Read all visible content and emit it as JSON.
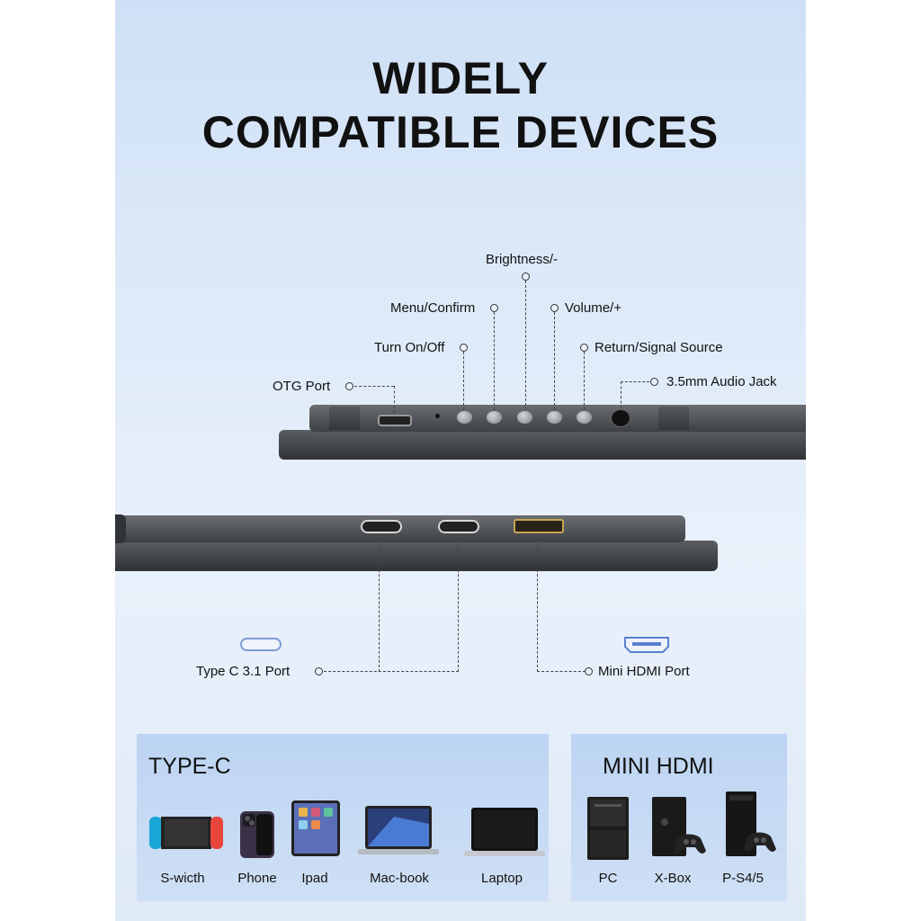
{
  "headline": {
    "line1": "WIDELY",
    "line2": "COMPATIBLE DEVICES"
  },
  "top_labels": {
    "brightness": "Brightness/-",
    "menu": "Menu/Confirm",
    "volume": "Volume/+",
    "turn_on": "Turn On/Off",
    "return": "Return/Signal Source",
    "otg": "OTG Port",
    "audio": "3.5mm Audio Jack"
  },
  "bottom_labels": {
    "type_c": "Type C 3.1 Port",
    "mini_hdmi": "Mini HDMI Port"
  },
  "type_c_card": {
    "title": "TYPE-C",
    "devices": [
      "S-wicth",
      "Phone",
      "Ipad",
      "Mac-book",
      "Laptop"
    ]
  },
  "hdmi_card": {
    "title": "MINI HDMI",
    "devices": [
      "PC",
      "X-Box",
      "P-S4/5"
    ]
  },
  "colors": {
    "bg_top": "#cfe0f6",
    "device": "#4a4d52",
    "hdmi_port": "#c9a654",
    "card": "#c4daf3"
  }
}
